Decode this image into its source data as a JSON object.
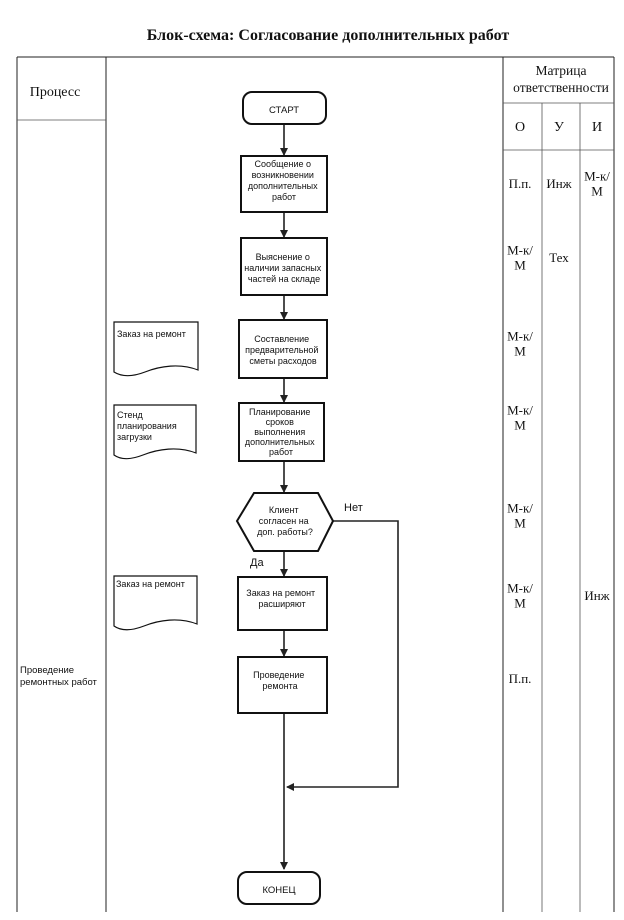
{
  "title": "Блок-схема: Согласование дополнительных работ",
  "header": {
    "process": "Процесс",
    "matrix_line1": "Матрица",
    "matrix_line2": "ответственности",
    "col_o": "О",
    "col_u": "У",
    "col_i": "И"
  },
  "process_label": [
    "Проведение",
    "ремонтных работ"
  ],
  "nodes": {
    "start": "СТАРТ",
    "step1": [
      "Сообщение о",
      "возникновении",
      "дополнительных",
      "работ"
    ],
    "step2": [
      "Выяснение о",
      "наличии запасных",
      "частей на складе"
    ],
    "step3": [
      "Составление",
      "предварительной",
      "сметы расходов"
    ],
    "step4": [
      "Планирование",
      "сроков",
      "выполнения",
      "дополнительных",
      "работ"
    ],
    "decision": [
      "Клиент",
      "согласен на",
      "доп. работы?"
    ],
    "yes": "Да",
    "no": "Нет",
    "step5": [
      "Заказ на ремонт",
      "расширяют"
    ],
    "step6": [
      "Проведение",
      "ремонта"
    ],
    "end": "КОНЕЦ"
  },
  "documents": {
    "doc1": [
      "Заказ на ремонт"
    ],
    "doc2": [
      "Стенд",
      "планирования",
      "загрузки"
    ],
    "doc3": [
      "Заказ на ремонт"
    ]
  },
  "matrix": [
    {
      "o": [
        "П.п."
      ],
      "u": [
        "Инж"
      ],
      "i": [
        "М-к/",
        "М"
      ]
    },
    {
      "o": [
        "М-к/",
        "М"
      ],
      "u": [
        "Тех"
      ],
      "i": []
    },
    {
      "o": [
        "М-к/",
        "М"
      ],
      "u": [],
      "i": []
    },
    {
      "o": [
        "М-к/",
        "М"
      ],
      "u": [],
      "i": []
    },
    {
      "o": [
        "М-к/",
        "М"
      ],
      "u": [],
      "i": []
    },
    {
      "o": [
        "М-к/",
        "М"
      ],
      "u": [],
      "i": [
        "Инж"
      ]
    },
    {
      "o": [
        "П.п."
      ],
      "u": [],
      "i": []
    }
  ]
}
